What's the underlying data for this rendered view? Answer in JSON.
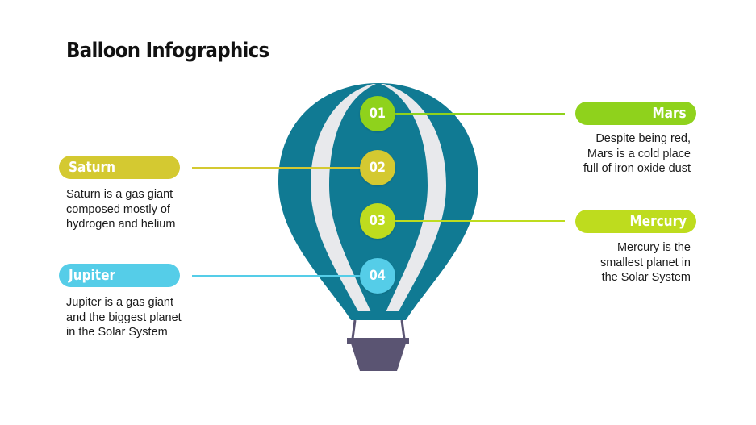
{
  "title": "Balloon Infographics",
  "colors": {
    "balloon_body": "#107a93",
    "balloon_stripe": "#e8e9ec",
    "basket": "#5a5472",
    "mars": "#8fd21c",
    "saturn": "#d4c931",
    "mercury": "#bedc1e",
    "jupiter": "#55cde8"
  },
  "items": [
    {
      "number": "01",
      "label": "Mars",
      "description_lines": [
        "Despite being red,",
        "Mars is a cold place",
        "full of iron oxide dust"
      ],
      "side": "right",
      "color": "#8fd21c"
    },
    {
      "number": "02",
      "label": "Saturn",
      "description_lines": [
        "Saturn is a gas giant",
        "composed mostly of",
        "hydrogen and helium"
      ],
      "side": "left",
      "color": "#d4c931"
    },
    {
      "number": "03",
      "label": "Mercury",
      "description_lines": [
        "Mercury is the",
        "smallest planet in",
        "the Solar System"
      ],
      "side": "right",
      "color": "#bedc1e"
    },
    {
      "number": "04",
      "label": "Jupiter",
      "description_lines": [
        "Jupiter is a gas giant",
        "and the biggest planet",
        "in the Solar System"
      ],
      "side": "left",
      "color": "#55cde8"
    }
  ]
}
